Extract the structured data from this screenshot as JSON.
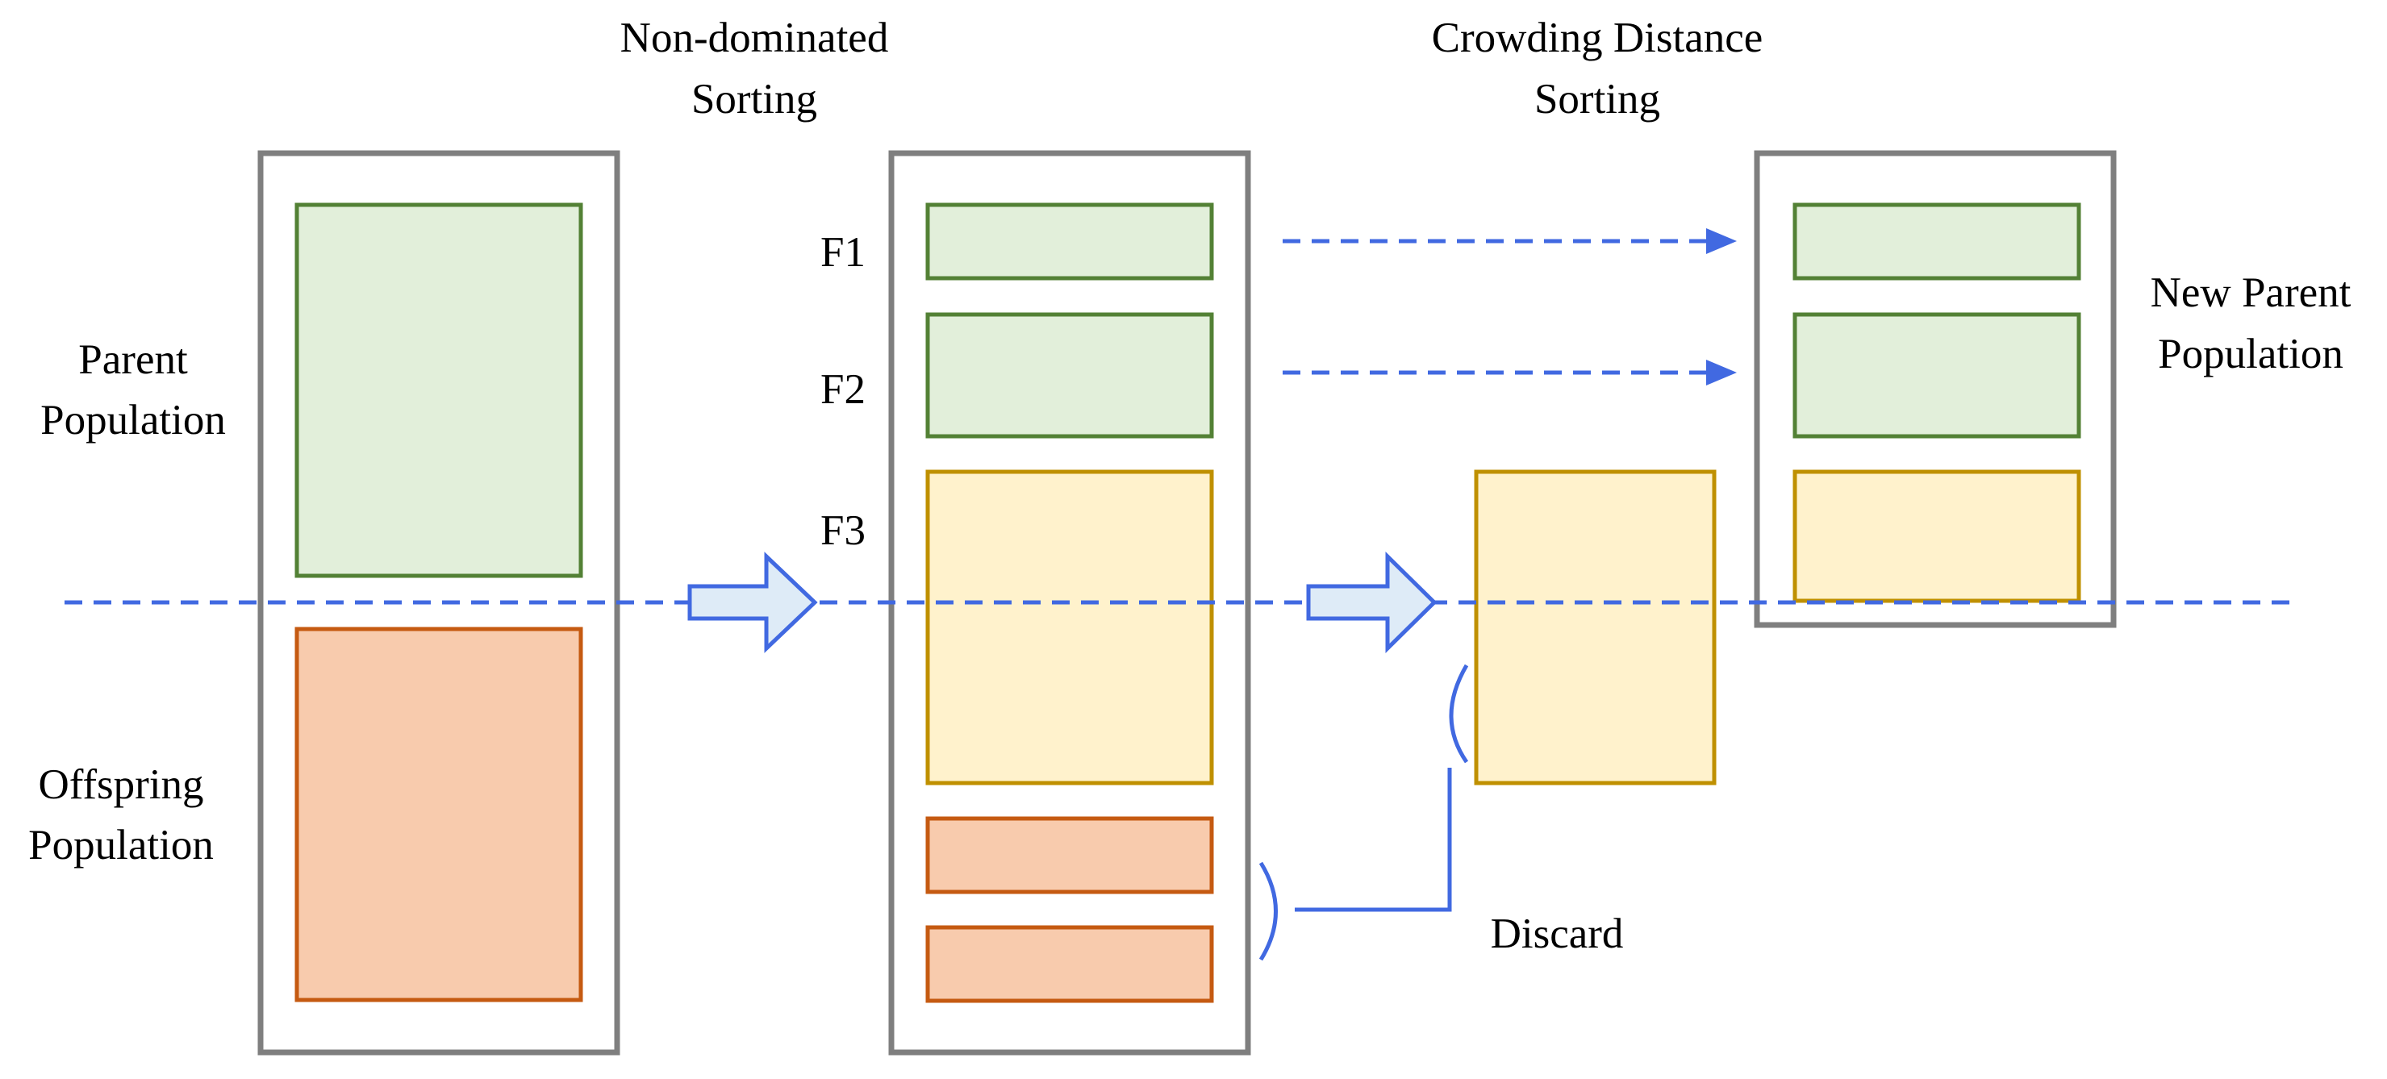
{
  "labels": {
    "nondominated_line1": "Non-dominated",
    "nondominated_line2": "Sorting",
    "crowding_line1": "Crowding Distance",
    "crowding_line2": "Sorting",
    "parent_line1": "Parent",
    "parent_line2": "Population",
    "offspring_line1": "Offspring",
    "offspring_line2": "Population",
    "new_parent_line1": "New Parent",
    "new_parent_line2": "Population",
    "f1": "F1",
    "f2": "F2",
    "f3": "F3",
    "discard": "Discard"
  },
  "colors": {
    "container_stroke": "#7f7f7f",
    "green_fill": "#e2efda",
    "green_stroke": "#538135",
    "yellow_fill": "#fff2cc",
    "yellow_stroke": "#bf9000",
    "orange_fill": "#f8cbad",
    "orange_stroke": "#c55a11",
    "blue_line": "#4169e1",
    "arrow_fill": "#deebf7"
  }
}
